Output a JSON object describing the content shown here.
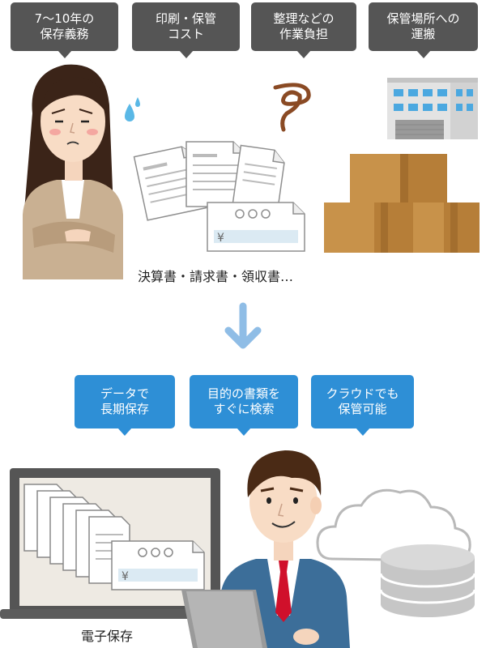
{
  "colors": {
    "gray_bubble": "#555555",
    "blue_bubble": "#2e8fd6",
    "arrow": "#8fbde6",
    "box": "#c8924a",
    "cloud_stroke": "#b9b9b9",
    "server": "#c6c6c6"
  },
  "problems": [
    {
      "label": "7〜10年の\n保存義務"
    },
    {
      "label": "印刷・保管\nコスト"
    },
    {
      "label": "整理などの\n作業負担"
    },
    {
      "label": "保管場所への\n運搬"
    }
  ],
  "documents_caption": "決算書・請求書・領収書…",
  "benefits": [
    {
      "label": "データで\n長期保存"
    },
    {
      "label": "目的の書類を\nすぐに検索"
    },
    {
      "label": "クラウドでも\n保管可能"
    }
  ],
  "yen_symbol": "¥",
  "result_caption": "電子保存"
}
